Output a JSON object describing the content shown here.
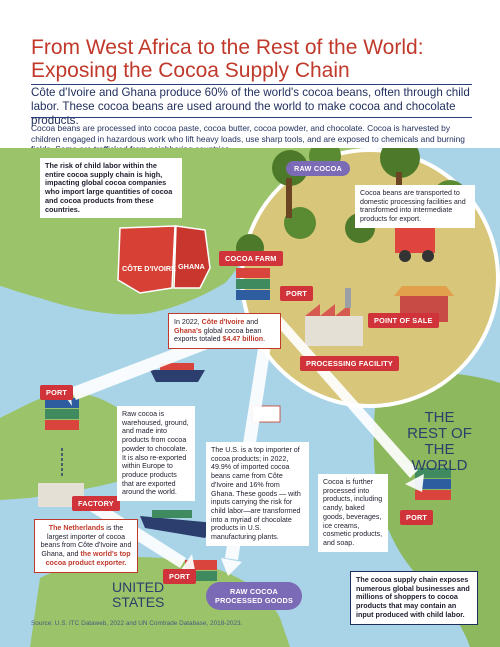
{
  "header": {
    "title": "From West Africa to the Rest of the World: Exposing the Cocoa Supply Chain",
    "lede": "Côte d'Ivoire and Ghana produce 60% of the world's cocoa beans, often through child labor. These cocoa beans are used around the world to make cocoa and chocolate products.",
    "body": "Cocoa beans are processed into cocoa paste, cocoa butter, cocoa powder, and chocolate. Cocoa is harvested by children engaged in hazardous work who lift heavy loads, use sharp tools, and are exposed to chemicals and burning fields. Some are trafficked from neighboring countries."
  },
  "labels": {
    "raw_cocoa": "RAW COCOA",
    "cocoa_farm": "COCOA FARM",
    "port_africa": "PORT",
    "point_of_sale": "POINT OF SALE",
    "processing_facility": "PROCESSING FACILITY",
    "port_europe": "PORT",
    "factory": "FACTORY",
    "port_us": "PORT",
    "raw_processed_goods": "RAW COCOA\nPROCESSED GOODS",
    "cote_divoire": "CÔTE D'IVOIRE",
    "ghana": "GHANA",
    "rest_of_world": "THE\nREST OF THE\nWORLD",
    "united_states": "UNITED\nSTATES"
  },
  "callouts": {
    "risk": "The risk of child labor within the entire cocoa supply chain is high, impacting global cocoa companies who import large quantities of cocoa and cocoa products from these countries.",
    "transport": "Cocoa beans are transported to domestic processing facilities and transformed into intermediate products for export.",
    "exports_prefix": "In 2022, ",
    "exports_countries_a": "Côte d'Ivoire",
    "exports_and": " and ",
    "exports_countries_b": "Ghana's",
    "exports_mid": " global cocoa bean exports totaled ",
    "exports_value": "$4.47 billion",
    "exports_end": ".",
    "europe": "Raw cocoa is warehoused, ground, and made into products from cocoa powder to chocolate. It is also re-exported within Europe to produce products that are exported around the world.",
    "us": "The U.S. is a top importer of cocoa products; in 2022, 49.9% of imported cocoa beans came from Côte d'Ivoire and 16% from Ghana. These goods — with inputs carrying the risk for child labor—are transformed into a myriad of chocolate products in U.S. manufacturing plants.",
    "further": "Cocoa is further processed into products, including candy, baked goods, beverages, ice creams, cosmetic products, and soap.",
    "netherlands_a": "The Netherlands",
    "netherlands_b": " is the largest importer of cocoa beans from Côte d'Ivoire and Ghana, and ",
    "netherlands_c": "the world's top cocoa product exporter.",
    "global": "The cocoa supply chain exposes numerous global businesses and millions of shoppers to cocoa products that may contain an input produced with child labor."
  },
  "source": "Source: U.S. ITC Dataweb, 2022 and UN Comtrade Database, 2018-2023.",
  "colors": {
    "title_red": "#c0392b",
    "navy": "#1f2d5c",
    "tag_red": "#d0343a",
    "tag_purple": "#7b6ab5",
    "ocean": "#a9d4e8",
    "land": "#9bc36a"
  }
}
